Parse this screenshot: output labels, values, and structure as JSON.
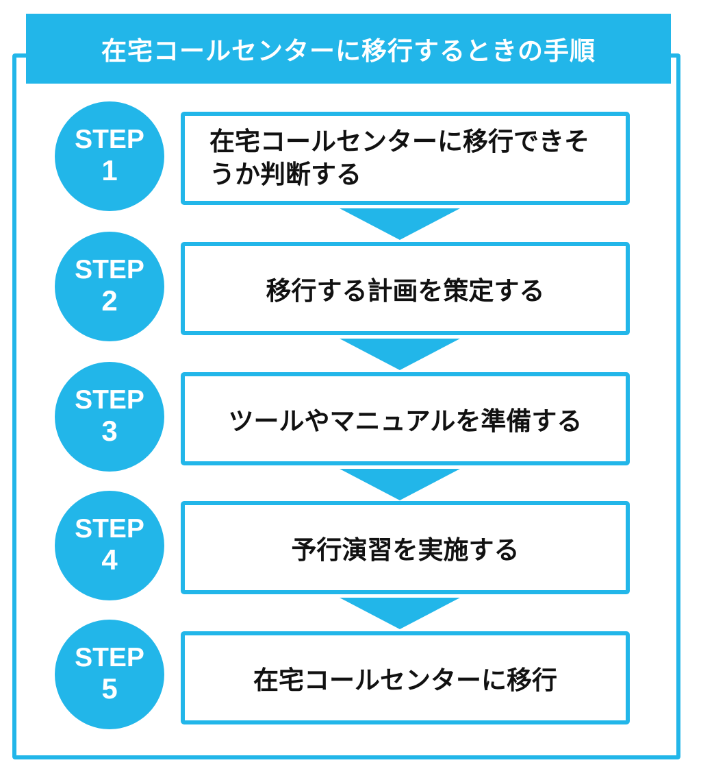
{
  "title": "在宅コールセンターに移行するときの手順",
  "colors": {
    "accent": "#22b6e9",
    "text": "#111111",
    "background": "#ffffff"
  },
  "steps": [
    {
      "label": "STEP",
      "number": "1",
      "text": "在宅コールセンターに移行できそうか判断する"
    },
    {
      "label": "STEP",
      "number": "2",
      "text": "移行する計画を策定する"
    },
    {
      "label": "STEP",
      "number": "3",
      "text": "ツールやマニュアルを準備する"
    },
    {
      "label": "STEP",
      "number": "4",
      "text": "予行演習を実施する"
    },
    {
      "label": "STEP",
      "number": "5",
      "text": "在宅コールセンターに移行"
    }
  ]
}
